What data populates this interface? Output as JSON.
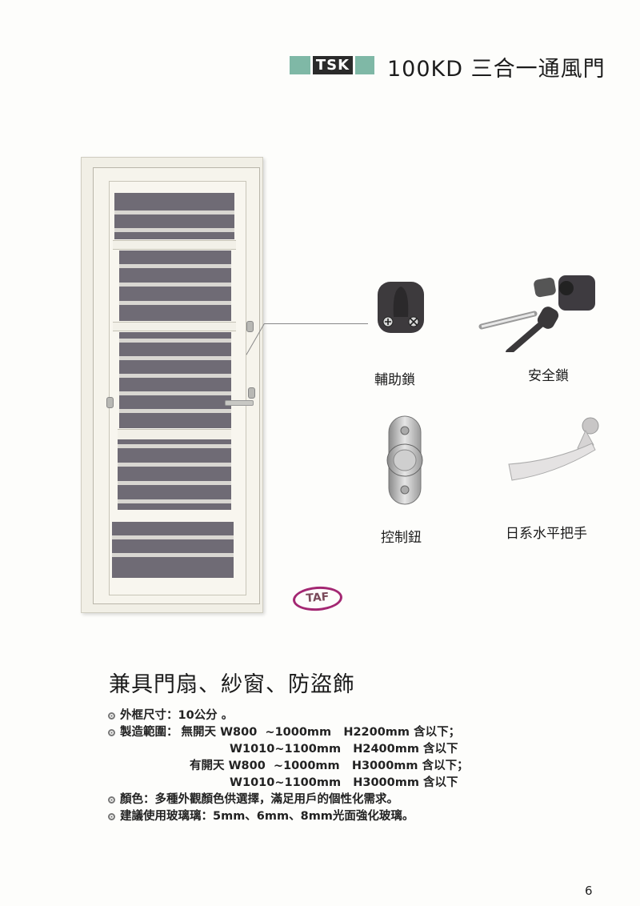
{
  "header": {
    "brand_logo": "TSK",
    "title": "100KD 三合一通風門"
  },
  "door_image": {
    "description": "Ventilated aluminum door with louvered mesh panels",
    "certification_logo": "TAF"
  },
  "accessories": [
    {
      "name": "輔助鎖",
      "icon": "auxiliary-lock-icon"
    },
    {
      "name": "安全鎖",
      "icon": "safety-lock-keys-icon"
    },
    {
      "name": "控制鈕",
      "icon": "control-knob-icon"
    },
    {
      "name": "日系水平把手",
      "icon": "lever-handle-icon"
    }
  ],
  "subtitle": "兼具門扇、紗窗、防盜飾",
  "specs": {
    "frame_size": "外框尺寸：10公分 。",
    "range_label": "製造範圍：",
    "range_lines": [
      {
        "prefix": "無開天",
        "width": "W800  ~1000mm",
        "height": "H2200mm",
        "suffix": "含以下；"
      },
      {
        "prefix": "",
        "width": "W1010~1100mm",
        "height": "H2400mm",
        "suffix": "含以下"
      },
      {
        "prefix": "有開天",
        "width": "W800  ~1000mm",
        "height": "H3000mm",
        "suffix": "含以下；"
      },
      {
        "prefix": "",
        "width": "W1010~1100mm",
        "height": "H3000mm",
        "suffix": "含以下"
      }
    ],
    "color": "顏色：多種外觀顏色供選擇，滿足用戶的個性化需求。",
    "glass": "建議使用玻璃璃：5mm、6mm、8mm光面強化玻璃。"
  },
  "page_number": "6"
}
